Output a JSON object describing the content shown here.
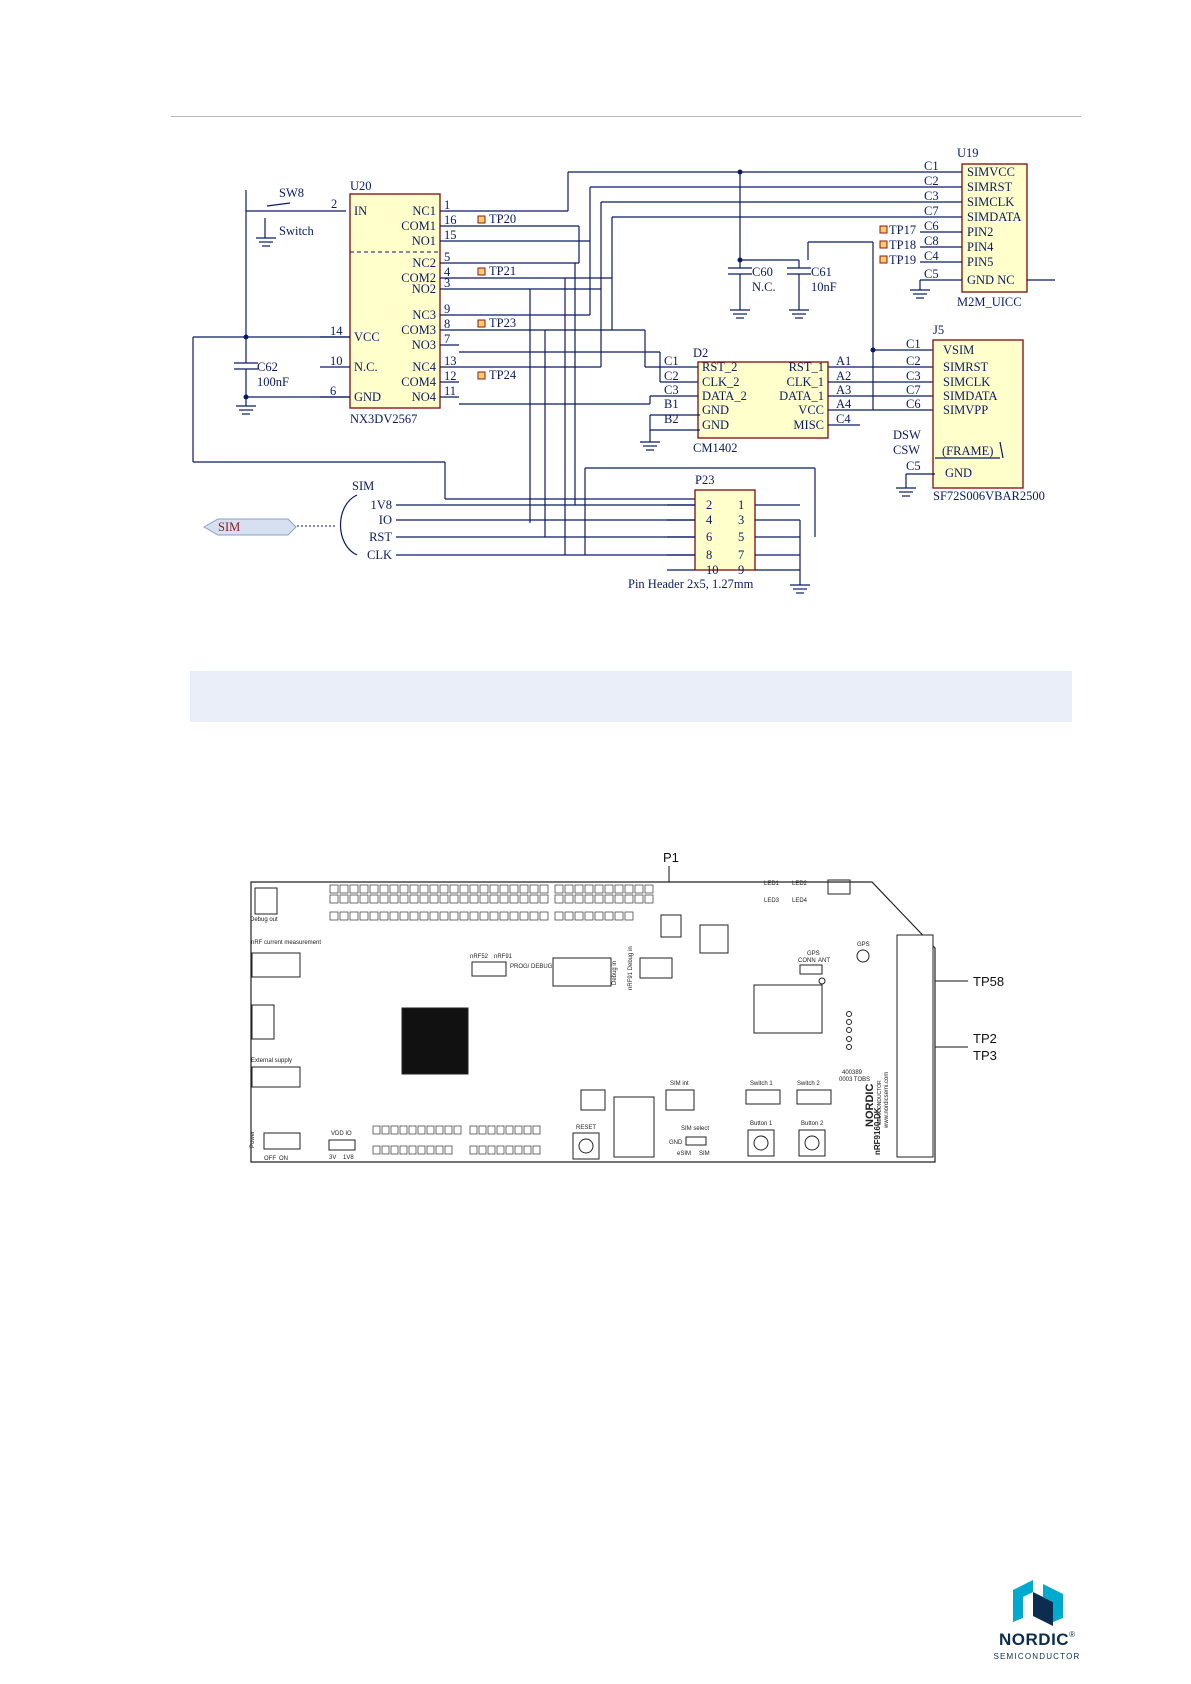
{
  "schematic": {
    "switch": {
      "ref": "SW8",
      "label": "Switch",
      "pin": "2"
    },
    "u20": {
      "ref": "U20",
      "part": "NX3DV2567",
      "left_pins": [
        {
          "name": "IN",
          "num": "2"
        },
        {
          "name": "VCC",
          "num": "14"
        },
        {
          "name": "N.C.",
          "num": "10"
        },
        {
          "name": "GND",
          "num": "6"
        }
      ],
      "right_pins": [
        {
          "name": "NC1",
          "num": "1"
        },
        {
          "name": "COM1",
          "num": "16"
        },
        {
          "name": "NO1",
          "num": "15"
        },
        {
          "name": "NC2",
          "num": "5"
        },
        {
          "name": "COM2",
          "num": "4"
        },
        {
          "name": "NO2",
          "num": "3"
        },
        {
          "name": "NC3",
          "num": "9"
        },
        {
          "name": "COM3",
          "num": "8"
        },
        {
          "name": "NO3",
          "num": "7"
        },
        {
          "name": "NC4",
          "num": "13"
        },
        {
          "name": "COM4",
          "num": "12"
        },
        {
          "name": "NO4",
          "num": "11"
        }
      ]
    },
    "test_points": [
      "TP20",
      "TP21",
      "TP23",
      "TP24"
    ],
    "c62": {
      "ref": "C62",
      "value": "100nF"
    },
    "c60": {
      "ref": "C60",
      "value": "N.C."
    },
    "c61": {
      "ref": "C61",
      "value": "10nF"
    },
    "u19": {
      "ref": "U19",
      "part": "M2M_UICC",
      "pins": [
        {
          "c": "C1",
          "name": "SIMVCC"
        },
        {
          "c": "C2",
          "name": "SIMRST"
        },
        {
          "c": "C3",
          "name": "SIMCLK"
        },
        {
          "c": "C7",
          "name": "SIMDATA"
        },
        {
          "c": "C6",
          "name": "PIN2",
          "tp": "TP17"
        },
        {
          "c": "C8",
          "name": "PIN4",
          "tp": "TP18"
        },
        {
          "c": "C4",
          "name": "PIN5",
          "tp": "TP19"
        },
        {
          "c": "C5",
          "name": "GND  NC"
        }
      ]
    },
    "d2": {
      "ref": "D2",
      "part": "CM1402",
      "left": [
        {
          "p": "C1",
          "n": "RST_2"
        },
        {
          "p": "C2",
          "n": "CLK_2"
        },
        {
          "p": "C3",
          "n": "DATA_2"
        },
        {
          "p": "B1",
          "n": "GND"
        },
        {
          "p": "B2",
          "n": "GND"
        }
      ],
      "right": [
        {
          "p": "A1",
          "n": "RST_1"
        },
        {
          "p": "A2",
          "n": "CLK_1"
        },
        {
          "p": "A3",
          "n": "DATA_1"
        },
        {
          "p": "A4",
          "n": "VCC"
        },
        {
          "p": "C4",
          "n": "MISC"
        }
      ]
    },
    "j5": {
      "ref": "J5",
      "part": "SF72S006VBAR2500",
      "pins": [
        {
          "c": "C1",
          "n": "VSIM"
        },
        {
          "c": "C2",
          "n": "SIMRST"
        },
        {
          "c": "C3",
          "n": "SIMCLK"
        },
        {
          "c": "C7",
          "n": "SIMDATA"
        },
        {
          "c": "C6",
          "n": "SIMVPP"
        }
      ],
      "dsw": "DSW",
      "csw": "CSW",
      "frame": "(FRAME)",
      "c5": "C5",
      "gnd": "GND"
    },
    "sim_bus": {
      "title": "SIM",
      "signals": [
        "1V8",
        "IO",
        "RST",
        "CLK"
      ],
      "port": "SIM"
    },
    "p23": {
      "ref": "P23",
      "desc": "Pin Header 2x5, 1.27mm",
      "left": [
        "2",
        "4",
        "6",
        "8",
        "10"
      ],
      "right": [
        "1",
        "3",
        "5",
        "7",
        "9"
      ]
    }
  },
  "board": {
    "callouts": [
      {
        "label": "P1"
      },
      {
        "label": "TP58"
      },
      {
        "label": "TP2"
      },
      {
        "label": "TP3"
      }
    ],
    "labels": {
      "debug_out": "Debug out",
      "nrf_current": "nRF current measurement",
      "external_supply": "External supply",
      "power": "Power",
      "off": "OFF",
      "on": "ON",
      "vdd_io": "VDD IO",
      "v3": "3V",
      "v1v8": "1V8",
      "nrf52": "nRF52",
      "nrf91": "nRF91",
      "prog_debug": "PROG/ DEBUG",
      "debug_in": "Debug in",
      "nrf91_debug_in": "nRF91 Debug in",
      "led1": "LED1",
      "led2": "LED2",
      "led3": "LED3",
      "led4": "LED4",
      "gps": "GPS",
      "conn": "CONN",
      "ant": "ANT",
      "switch1": "Switch 1",
      "switch2": "Switch 2",
      "button1": "Button 1",
      "button2": "Button 2",
      "reset": "RESET",
      "sim_int": "SIM int",
      "sim_select": "SIM select",
      "esim": "eSIM",
      "sim": "SIM",
      "gnd": "GND",
      "board_name": "nRF9160-DK",
      "nordic": "NORDIC",
      "nordic_sub": "SEMICONDUCTOR",
      "web": "www.nordicsemi.com",
      "pca": "400389",
      "pca2": "0003 TOBS"
    }
  },
  "footer_logo": {
    "word": "NORDIC",
    "trademark": "®",
    "sub": "SEMICONDUCTOR",
    "accent": "#00a9ce",
    "dark": "#0b2d4f"
  }
}
